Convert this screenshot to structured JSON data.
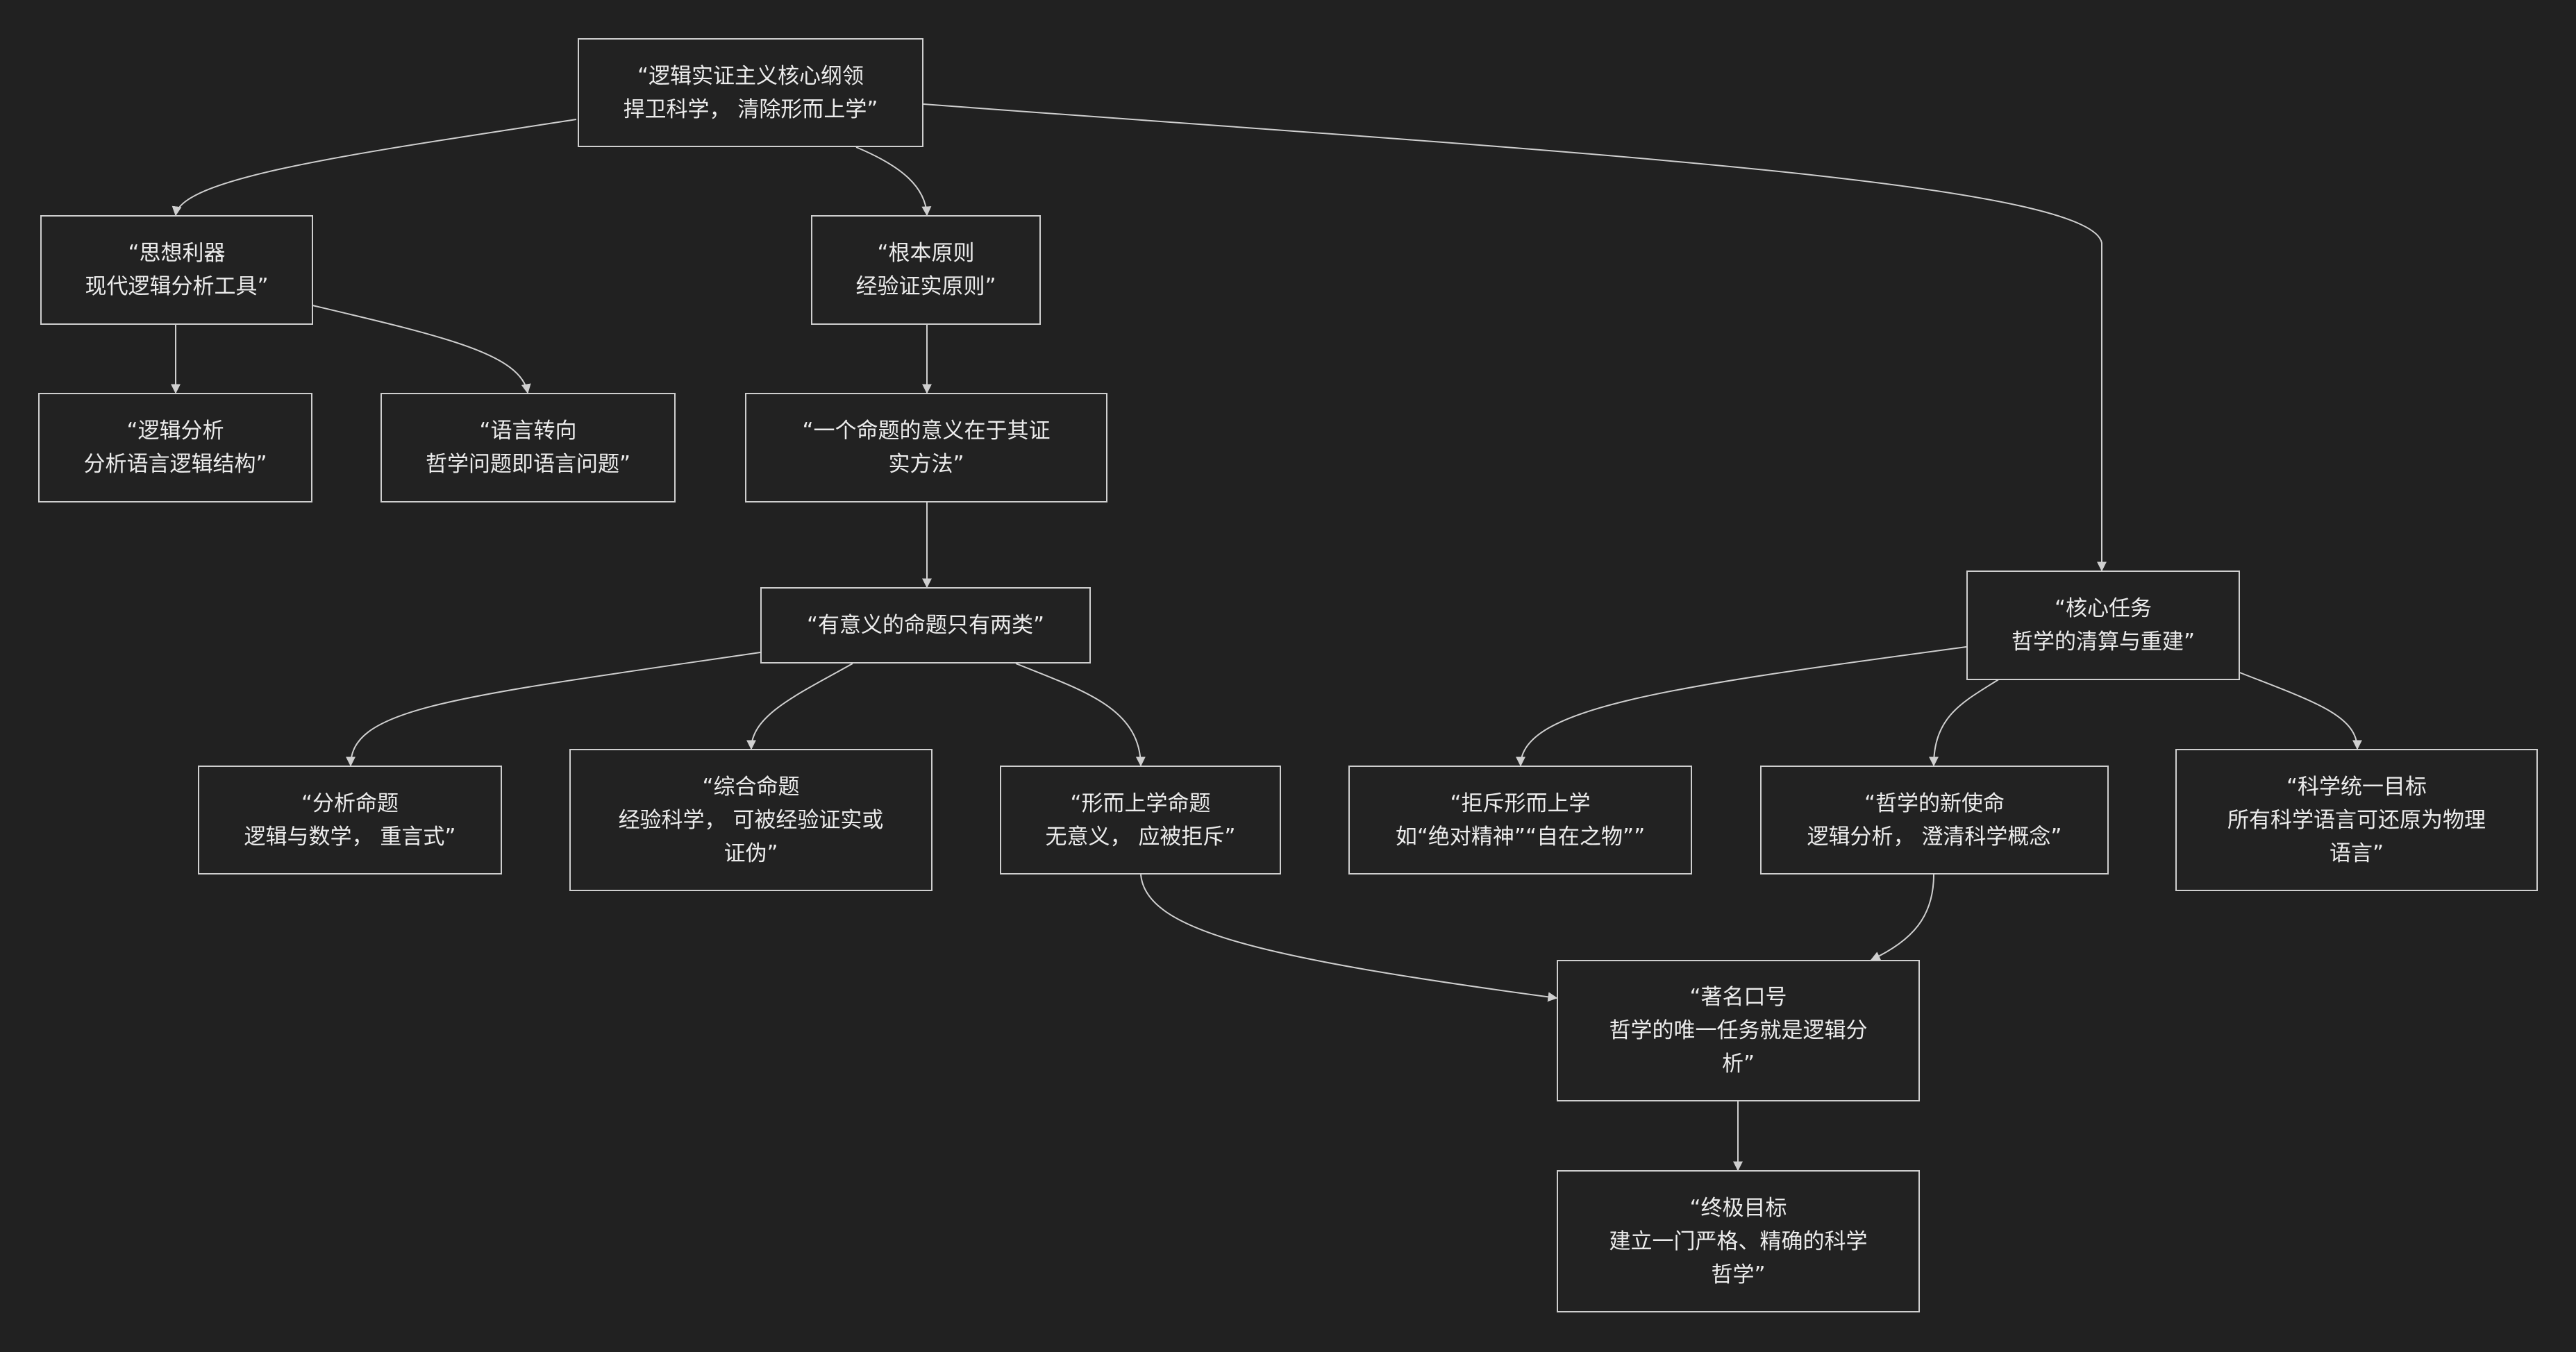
{
  "diagram": {
    "background": "#212121",
    "stroke_color": "#cfcfcf",
    "text_color": "#ececec",
    "nodes": {
      "root": "“逻辑实证主义核心纲领\n捍卫科学， 清除形而上学”",
      "tools": "“思想利器\n现代逻辑分析工具”",
      "principle": "“根本原则\n经验证实原则”",
      "logic_analysis": "“逻辑分析\n分析语言逻辑结构”",
      "linguistic_turn": "“语言转向\n哲学问题即语言问题”",
      "meaning": "“一个命题的意义在于其证\n实方法”",
      "two_kinds": "“有意义的命题只有两类”",
      "core_task": "“核心任务\n哲学的清算与重建”",
      "analytic": "“分析命题\n逻辑与数学， 重言式”",
      "synthetic": "“综合命题\n经验科学， 可被经验证实或\n证伪”",
      "metaphysical": "“形而上学命题\n无意义， 应被拒斥”",
      "reject": "“拒斥形而上学\n如“绝对精神”“自在之物””",
      "new_mission": "“哲学的新使命\n逻辑分析， 澄清科学概念”",
      "unity": "“科学统一目标\n所有科学语言可还原为物理\n语言”",
      "slogan": "“著名口号\n哲学的唯一任务就是逻辑分\n析”",
      "goal": "“终极目标\n建立一门严格、精确的科学\n哲学”"
    }
  }
}
